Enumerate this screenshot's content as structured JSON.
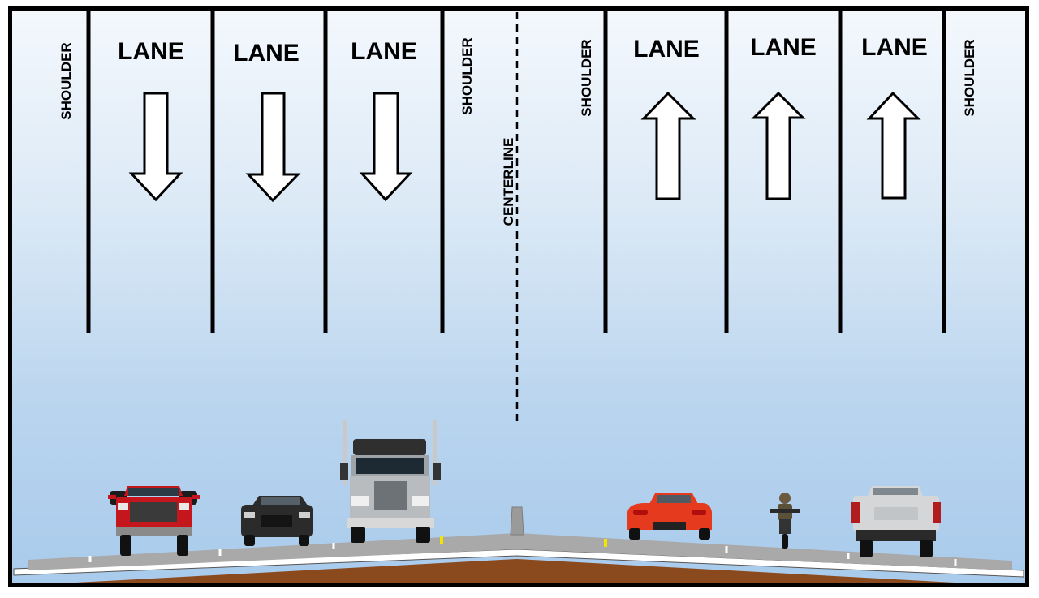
{
  "lanes": [
    {
      "label": "LANE",
      "direction": "down"
    },
    {
      "label": "LANE",
      "direction": "down"
    },
    {
      "label": "LANE",
      "direction": "down"
    },
    {
      "label": "LANE",
      "direction": "up"
    },
    {
      "label": "LANE",
      "direction": "up"
    },
    {
      "label": "LANE",
      "direction": "up"
    }
  ],
  "shoulders": [
    "SHOULDER",
    "SHOULDER",
    "SHOULDER",
    "SHOULDER"
  ],
  "centerline": "CENTERLINE",
  "vehicles": [
    {
      "type": "pickup-truck",
      "color": "#c4161c"
    },
    {
      "type": "sports-coupe",
      "color": "#2b2b2b"
    },
    {
      "type": "semi-truck",
      "color": "#9ea3a8"
    },
    {
      "type": "sports-car",
      "color": "#e63a1f"
    },
    {
      "type": "motorcycle",
      "color": "#3a3a2c"
    },
    {
      "type": "pickup-truck",
      "color": "#d4d6d8"
    }
  ],
  "colors": {
    "pavement": "#a9a9a9",
    "soil": "#8b4a1d",
    "lane-stripe": "#ffffff",
    "edge-stripe": "#f2e600"
  }
}
